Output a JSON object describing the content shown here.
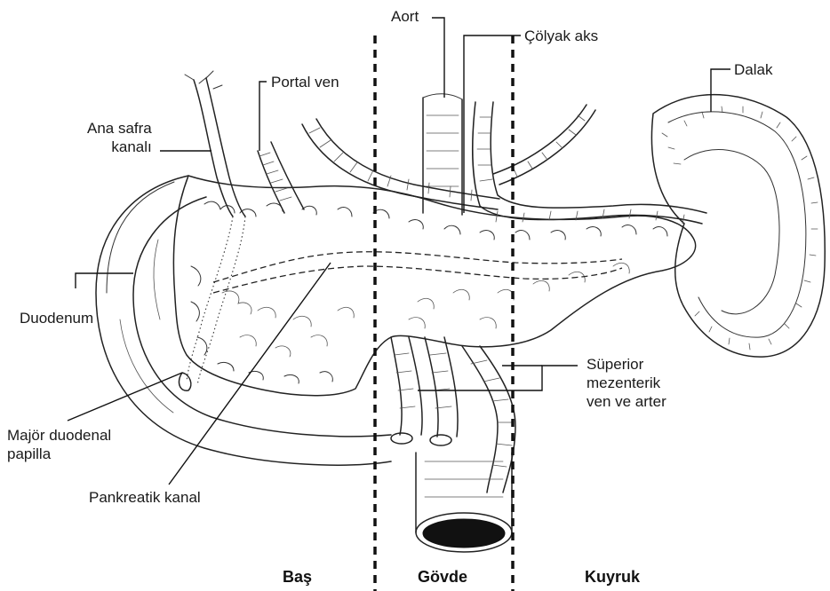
{
  "labels": {
    "aort": "Aort",
    "colyak": "Çölyak aks",
    "portal": "Portal ven",
    "dalak": "Dalak",
    "ana_safra_1": "Ana safra",
    "ana_safra_2": "kanalı",
    "duodenum": "Duodenum",
    "superior_1": "Süperior",
    "superior_2": "mezenterik",
    "superior_3": "ven ve arter",
    "majr_1": "Majör duodenal",
    "majr_2": "papilla",
    "pankreatik": "Pankreatik kanal"
  },
  "sections": {
    "bas": "Baş",
    "govde": "Gövde",
    "kuyruk": "Kuyruk"
  }
}
